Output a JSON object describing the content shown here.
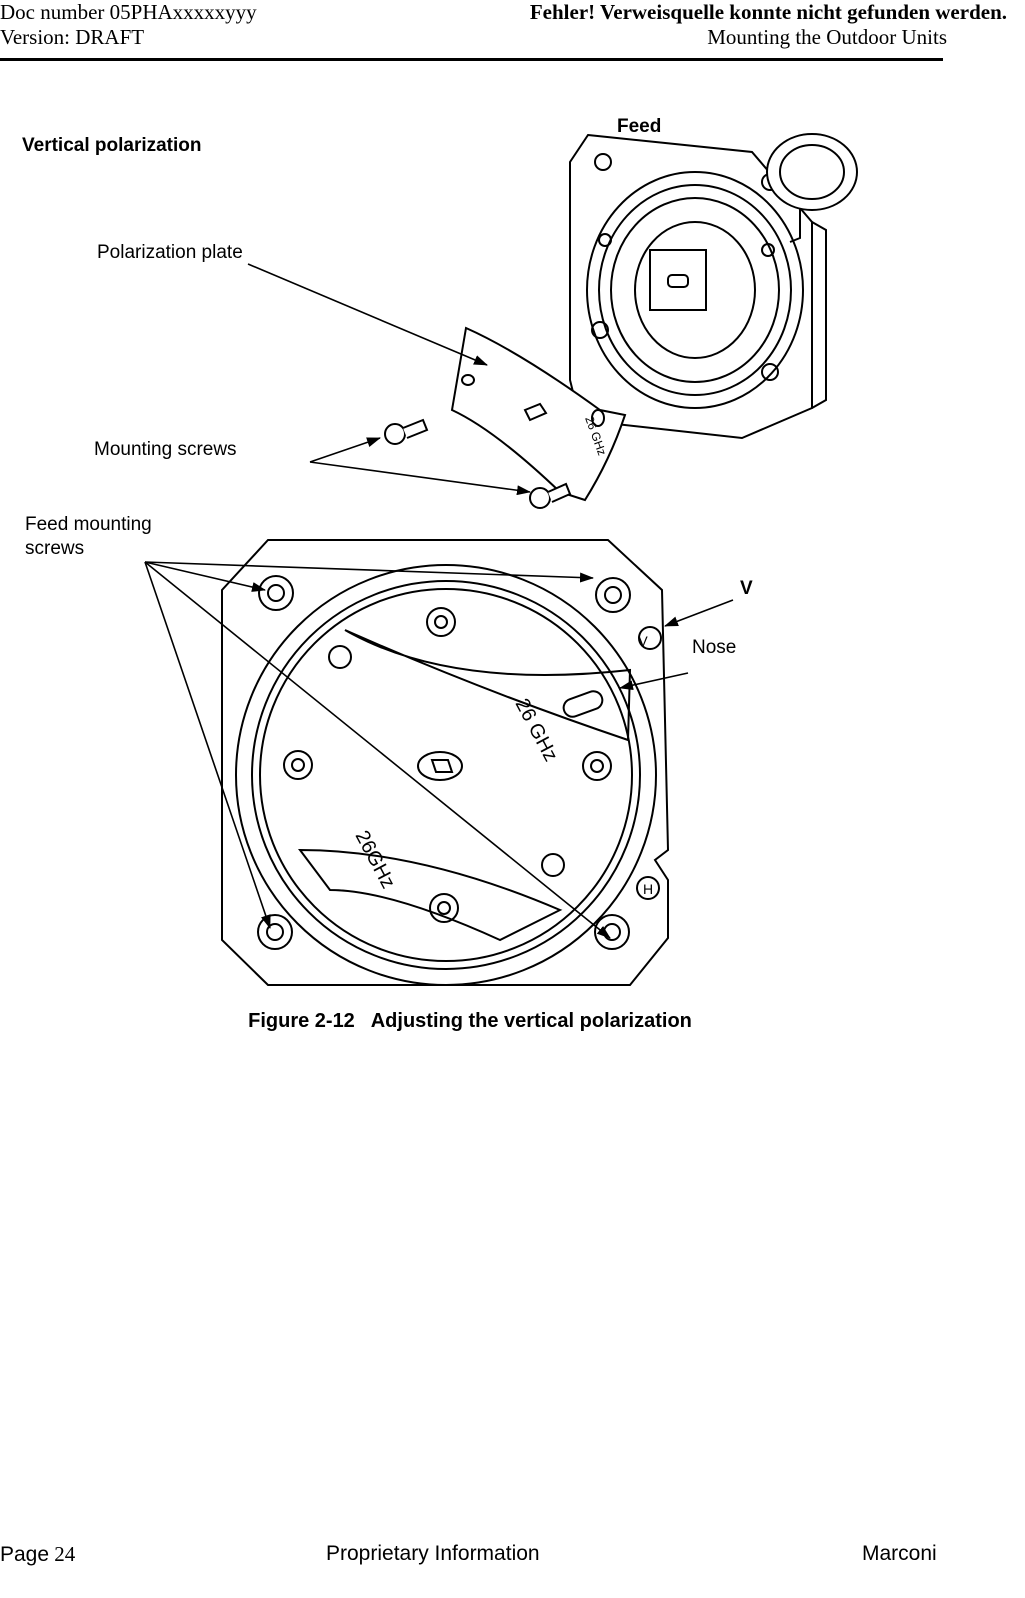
{
  "header": {
    "doc_number": "Doc number 05PHAxxxxxyyy",
    "version": "Version: DRAFT",
    "error_ref": "Fehler! Verweisquelle konnte nicht gefunden werden.",
    "section": "Mounting the Outdoor Units"
  },
  "figure": {
    "title": "Vertical polarization",
    "labels": {
      "feed": "Feed",
      "polarization_plate": "Polarization plate",
      "mounting_screws": "Mounting screws",
      "feed_mounting_1": "Feed mounting",
      "feed_mounting_2": "screws",
      "v_big": "V",
      "nose": "Nose",
      "v_circle": "V",
      "h_circle": "H",
      "ghz_plate": "26 GHz",
      "ghz_lower": "26GHz",
      "ghz_small": "26 GHz"
    },
    "caption": "Figure 2-12   Adjusting the vertical polarization"
  },
  "footer": {
    "page_label": "Page",
    "page_number": "24",
    "center": "Proprietary Information",
    "company": "Marconi"
  }
}
